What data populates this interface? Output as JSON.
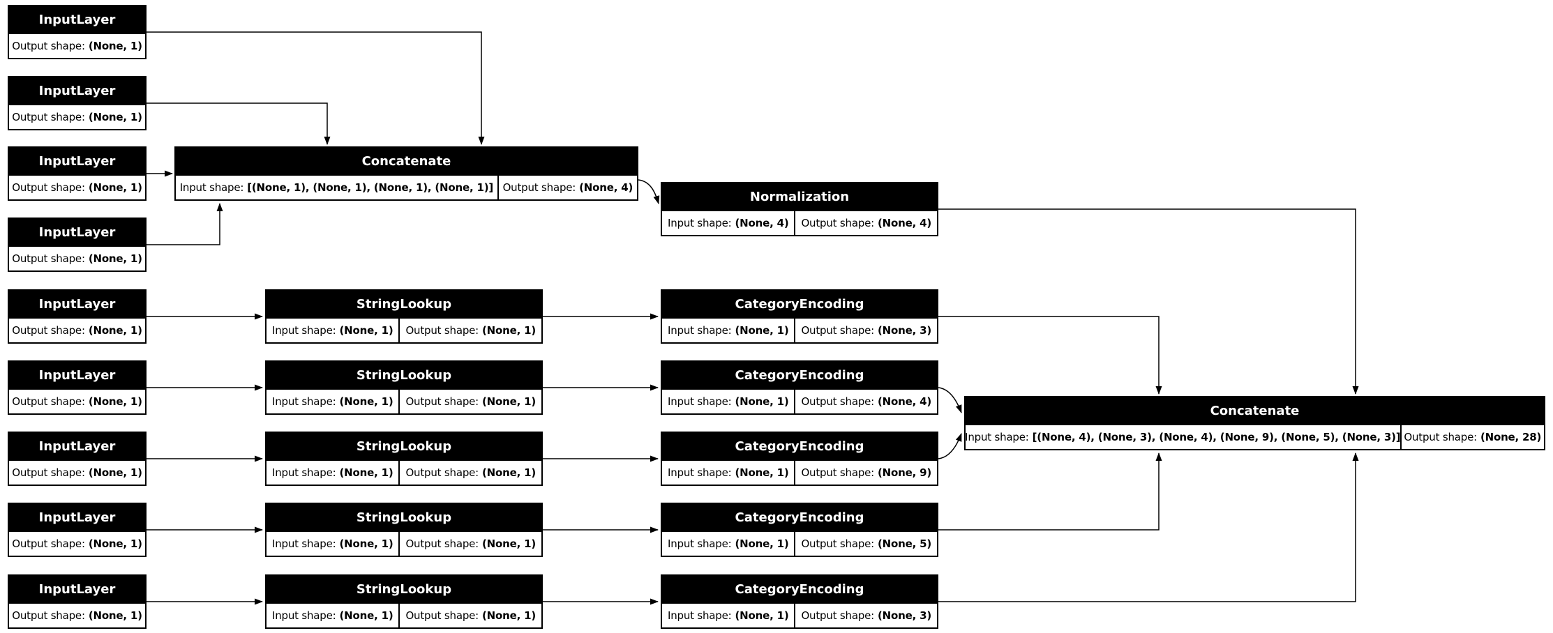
{
  "labels": {
    "input_prefix": "Input shape:",
    "output_prefix": "Output shape:"
  },
  "nodes": {
    "in1": {
      "title": "InputLayer",
      "output": "(None, 1)"
    },
    "in2": {
      "title": "InputLayer",
      "output": "(None, 1)"
    },
    "in3": {
      "title": "InputLayer",
      "output": "(None, 1)"
    },
    "in4": {
      "title": "InputLayer",
      "output": "(None, 1)"
    },
    "concat1": {
      "title": "Concatenate",
      "input": "[(None, 1), (None, 1), (None, 1), (None, 1)]",
      "output": "(None, 4)"
    },
    "norm": {
      "title": "Normalization",
      "input": "(None, 4)",
      "output": "(None, 4)"
    },
    "in5": {
      "title": "InputLayer",
      "output": "(None, 1)"
    },
    "sl1": {
      "title": "StringLookup",
      "input": "(None, 1)",
      "output": "(None, 1)"
    },
    "ce1": {
      "title": "CategoryEncoding",
      "input": "(None, 1)",
      "output": "(None, 3)"
    },
    "in6": {
      "title": "InputLayer",
      "output": "(None, 1)"
    },
    "sl2": {
      "title": "StringLookup",
      "input": "(None, 1)",
      "output": "(None, 1)"
    },
    "ce2": {
      "title": "CategoryEncoding",
      "input": "(None, 1)",
      "output": "(None, 4)"
    },
    "in7": {
      "title": "InputLayer",
      "output": "(None, 1)"
    },
    "sl3": {
      "title": "StringLookup",
      "input": "(None, 1)",
      "output": "(None, 1)"
    },
    "ce3": {
      "title": "CategoryEncoding",
      "input": "(None, 1)",
      "output": "(None, 9)"
    },
    "in8": {
      "title": "InputLayer",
      "output": "(None, 1)"
    },
    "sl4": {
      "title": "StringLookup",
      "input": "(None, 1)",
      "output": "(None, 1)"
    },
    "ce4": {
      "title": "CategoryEncoding",
      "input": "(None, 1)",
      "output": "(None, 5)"
    },
    "in9": {
      "title": "InputLayer",
      "output": "(None, 1)"
    },
    "sl5": {
      "title": "StringLookup",
      "input": "(None, 1)",
      "output": "(None, 1)"
    },
    "ce5": {
      "title": "CategoryEncoding",
      "input": "(None, 1)",
      "output": "(None, 3)"
    },
    "concat2": {
      "title": "Concatenate",
      "input": "[(None, 4), (None, 3), (None, 4), (None, 9), (None, 5), (None, 3)]",
      "output": "(None, 28)"
    }
  },
  "edges": [
    {
      "from": "in1",
      "to": "concat1"
    },
    {
      "from": "in2",
      "to": "concat1"
    },
    {
      "from": "in3",
      "to": "concat1"
    },
    {
      "from": "in4",
      "to": "concat1"
    },
    {
      "from": "concat1",
      "to": "norm"
    },
    {
      "from": "norm",
      "to": "concat2"
    },
    {
      "from": "in5",
      "to": "sl1"
    },
    {
      "from": "sl1",
      "to": "ce1"
    },
    {
      "from": "ce1",
      "to": "concat2"
    },
    {
      "from": "in6",
      "to": "sl2"
    },
    {
      "from": "sl2",
      "to": "ce2"
    },
    {
      "from": "ce2",
      "to": "concat2"
    },
    {
      "from": "in7",
      "to": "sl3"
    },
    {
      "from": "sl3",
      "to": "ce3"
    },
    {
      "from": "ce3",
      "to": "concat2"
    },
    {
      "from": "in8",
      "to": "sl4"
    },
    {
      "from": "sl4",
      "to": "ce4"
    },
    {
      "from": "ce4",
      "to": "concat2"
    },
    {
      "from": "in9",
      "to": "sl5"
    },
    {
      "from": "sl5",
      "to": "ce5"
    },
    {
      "from": "ce5",
      "to": "concat2"
    }
  ],
  "colors": {
    "node_border": "#000000",
    "title_background": "#000000",
    "title_text": "#ffffff",
    "body_background": "#ffffff",
    "edge": "#000000"
  }
}
